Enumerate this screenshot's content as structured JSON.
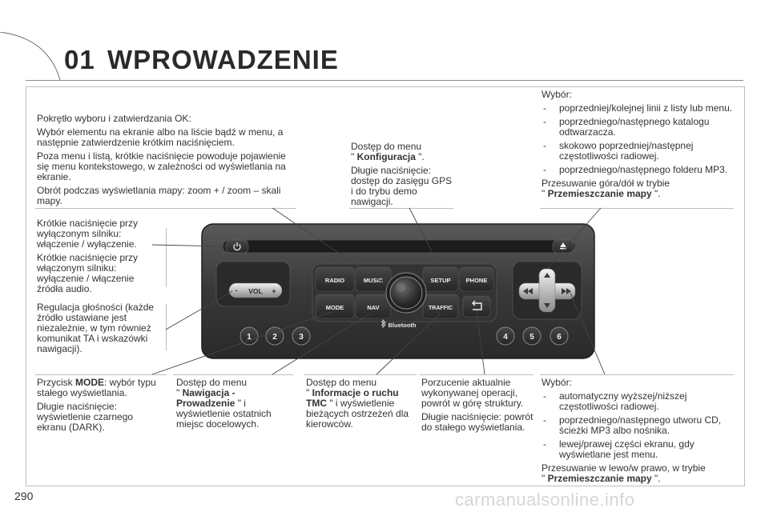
{
  "header": {
    "number": "01",
    "title": "WPROWADZENIE"
  },
  "page_number": "290",
  "watermark": "carmanualsonline.info",
  "callouts": {
    "ok_knob": {
      "p1": "Pokrętło wyboru i zatwierdzania OK:",
      "p2": "Wybór elementu na ekranie albo na liście bądź w menu, a następnie zatwierdzenie krótkim naciśnięciem.",
      "p3": "Poza menu i listą, krótkie naciśnięcie powoduje pojawienie się menu kontekstowego, w zależności od wyświetlania na ekranie.",
      "p4": "Obrót podczas wyświetlania mapy: zoom + / zoom – skali mapy."
    },
    "setup": {
      "p1a": "Dostęp do menu",
      "p1b_q1": "\" ",
      "p1b_bold": "Konfiguracja",
      "p1b_q2": " \".",
      "p2": "Długie naciśnięcie: dostęp do zasięgu GPS i do trybu demo nawigacji."
    },
    "up_down": {
      "title": "Wybór:",
      "items": [
        "poprzedniej/kolejnej linii z listy lub menu.",
        "poprzedniego/następnego katalogu odtwarzacza.",
        "skokowo poprzedniej/następnej częstotliwości radiowej.",
        "poprzedniego/następnego folderu MP3."
      ],
      "move_a": "Przesuwanie góra/dół w trybie",
      "move_q1": "\" ",
      "move_bold": "Przemieszczanie mapy",
      "move_q2": " \"."
    },
    "power": {
      "p1": "Krótkie naciśnięcie przy wyłączonym silniku: włączenie / wyłączenie.",
      "p2": "Krótkie naciśnięcie przy włączonym silniku: wyłączenie / włączenie źródła audio."
    },
    "volume": {
      "p1": "Regulacja głośności (każde źródło ustawiane jest niezależnie, w tym również komunikat TA i wskazówki nawigacji)."
    },
    "mode": {
      "p1a": "Przycisk ",
      "p1_bold": "MODE",
      "p1b": ": wybór typu stałego wyświetlania.",
      "p2": "Długie naciśnięcie: wyświetlenie czarnego ekranu (DARK)."
    },
    "nav": {
      "p1a": "Dostęp do menu",
      "p1_q1": "\" ",
      "p1_bold": "Nawigacja - Prowadzenie",
      "p1_q2": " \" i wyświetlenie ostatnich miejsc docelowych."
    },
    "traffic": {
      "p1a": "Dostęp do menu",
      "p1_q1": "\" ",
      "p1_bold": "Informacje o ruchu TMC",
      "p1_q2": " \" i wyświetlenie bieżących ostrzeżeń dla kierowców."
    },
    "back": {
      "p1": "Porzucenie aktualnie wykonywanej operacji, powrót w górę struktury.",
      "p2": "Długie naciśnięcie: powrót do stałego wyświetlania."
    },
    "left_right": {
      "title": "Wybór:",
      "items": [
        "automatyczny wyższej/niższej częstotliwości radiowej.",
        "poprzedniego/następnego utworu CD, ścieżki MP3 albo nośnika.",
        "lewej/prawej części ekranu, gdy wyświetlane jest menu."
      ],
      "move_a": "Przesuwanie w lewo/w prawo, w trybie",
      "move_q1": "\" ",
      "move_bold": "Przemieszczanie mapy",
      "move_q2": " \"."
    }
  },
  "panel": {
    "buttons": {
      "radio": "RADIO",
      "music": "MUSIC",
      "setup": "SETUP",
      "phone": "PHONE",
      "mode": "MODE",
      "nav": "NAV",
      "traffic": "TRAFFIC",
      "vol": "VOL",
      "vol_minus": "-",
      "vol_plus": "+",
      "presets": [
        "1",
        "2",
        "3",
        "4",
        "5",
        "6"
      ]
    },
    "bluetooth": "Bluetooth",
    "icons": [
      "power-icon",
      "eject-icon",
      "back-arrow-icon",
      "arrow-up-icon",
      "arrow-down-icon",
      "rewind-icon",
      "fast-forward-icon",
      "bluetooth-icon"
    ],
    "colors": {
      "panel": "#3a3a3a",
      "button": "#2e2e2e",
      "button_text": "#f0f0f0",
      "chrome": "#cfcfcf"
    }
  }
}
